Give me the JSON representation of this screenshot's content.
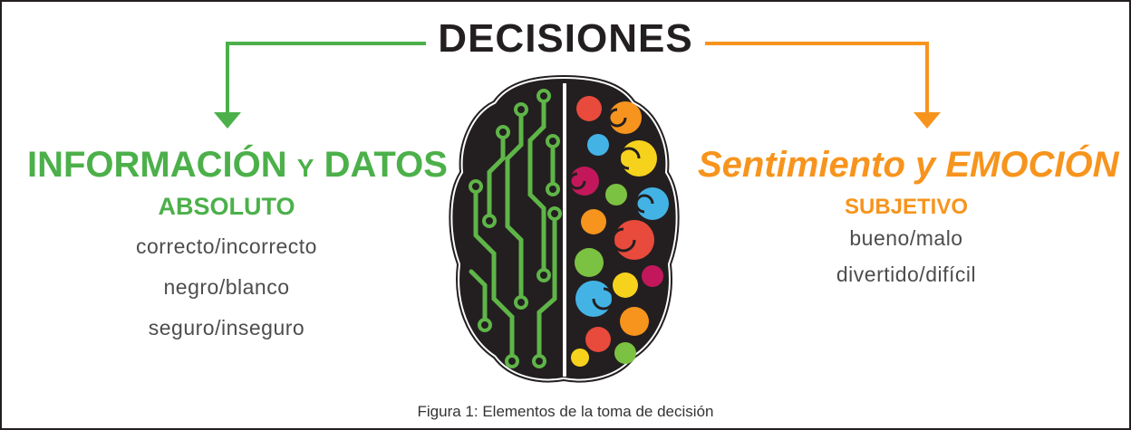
{
  "title": "DECISIONES",
  "left": {
    "heading_part1": "INFORMACIÓN",
    "heading_connector": "Y",
    "heading_part2": "DATOS",
    "subheading": "ABSOLUTO",
    "pairs": [
      "correcto/incorrecto",
      "negro/blanco",
      "seguro/inseguro"
    ]
  },
  "right": {
    "heading": "Sentimiento y EMOCIÓN",
    "subheading": "SUBJETIVO",
    "pairs": [
      "bueno/malo",
      "divertido/difícil"
    ]
  },
  "caption": "Figura 1: Elementos de la toma de decisión",
  "colors": {
    "green": "#4cb04a",
    "orange": "#f7941d",
    "dark": "#231f20",
    "text_gray": "#4d4d4d"
  },
  "icons": [
    "brain-illustration-icon",
    "arrow-down-left-icon",
    "arrow-down-right-icon"
  ]
}
